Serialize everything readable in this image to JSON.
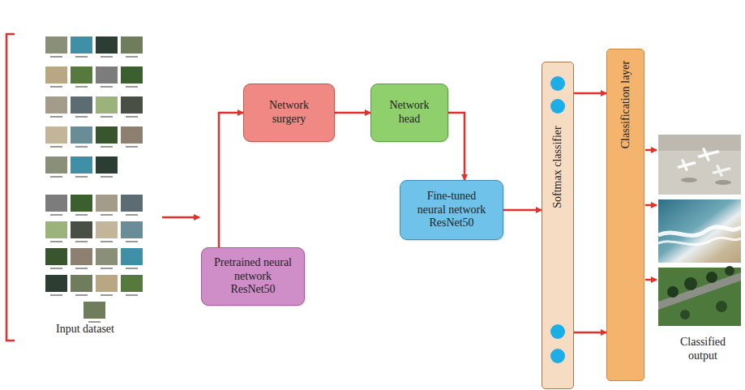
{
  "diagram": {
    "nodes": [
      {
        "text": [
          "Pretrained neural network ResNet50"
        ]
      },
      {
        "text": [
          "Network surgery"
        ]
      },
      {
        "text": [
          "Network head"
        ]
      },
      {
        "text": [
          "Fine-tuned neural network ResNet50"
        ]
      },
      {
        "text": [
          "Softmax classifier"
        ]
      },
      {
        "text": [
          "Classification layer"
        ]
      }
    ],
    "edges": [
      {
        "from": 0,
        "to": 1,
        "arrow": "to"
      },
      {
        "from": 1,
        "to": 2,
        "arrow": "to"
      },
      {
        "from": 2,
        "to": 3,
        "arrow": "to"
      },
      {
        "from": 3,
        "to": 4,
        "arrow": "to"
      },
      {
        "from": 4,
        "to": 5,
        "arrow": "to"
      },
      {
        "from": 4,
        "to": 5,
        "arrow": "to"
      }
    ],
    "labels": [
      "Input dataset",
      "Classified output"
    ]
  }
}
